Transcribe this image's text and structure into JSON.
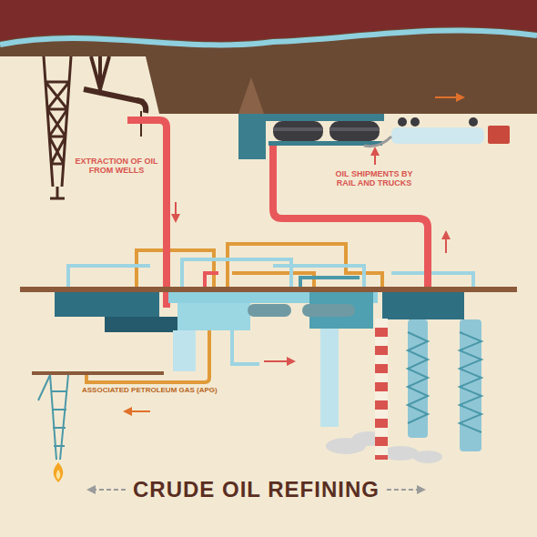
{
  "diagram": {
    "title": "CRUDE OIL REFINING",
    "labels": [
      "EXTRACTION OF OIL FROM WELLS",
      "OIL SHIPMENTS BY RAIL AND TRUCKS",
      "ASSOCIATED PETROLEUM GAS (APG)"
    ]
  }
}
